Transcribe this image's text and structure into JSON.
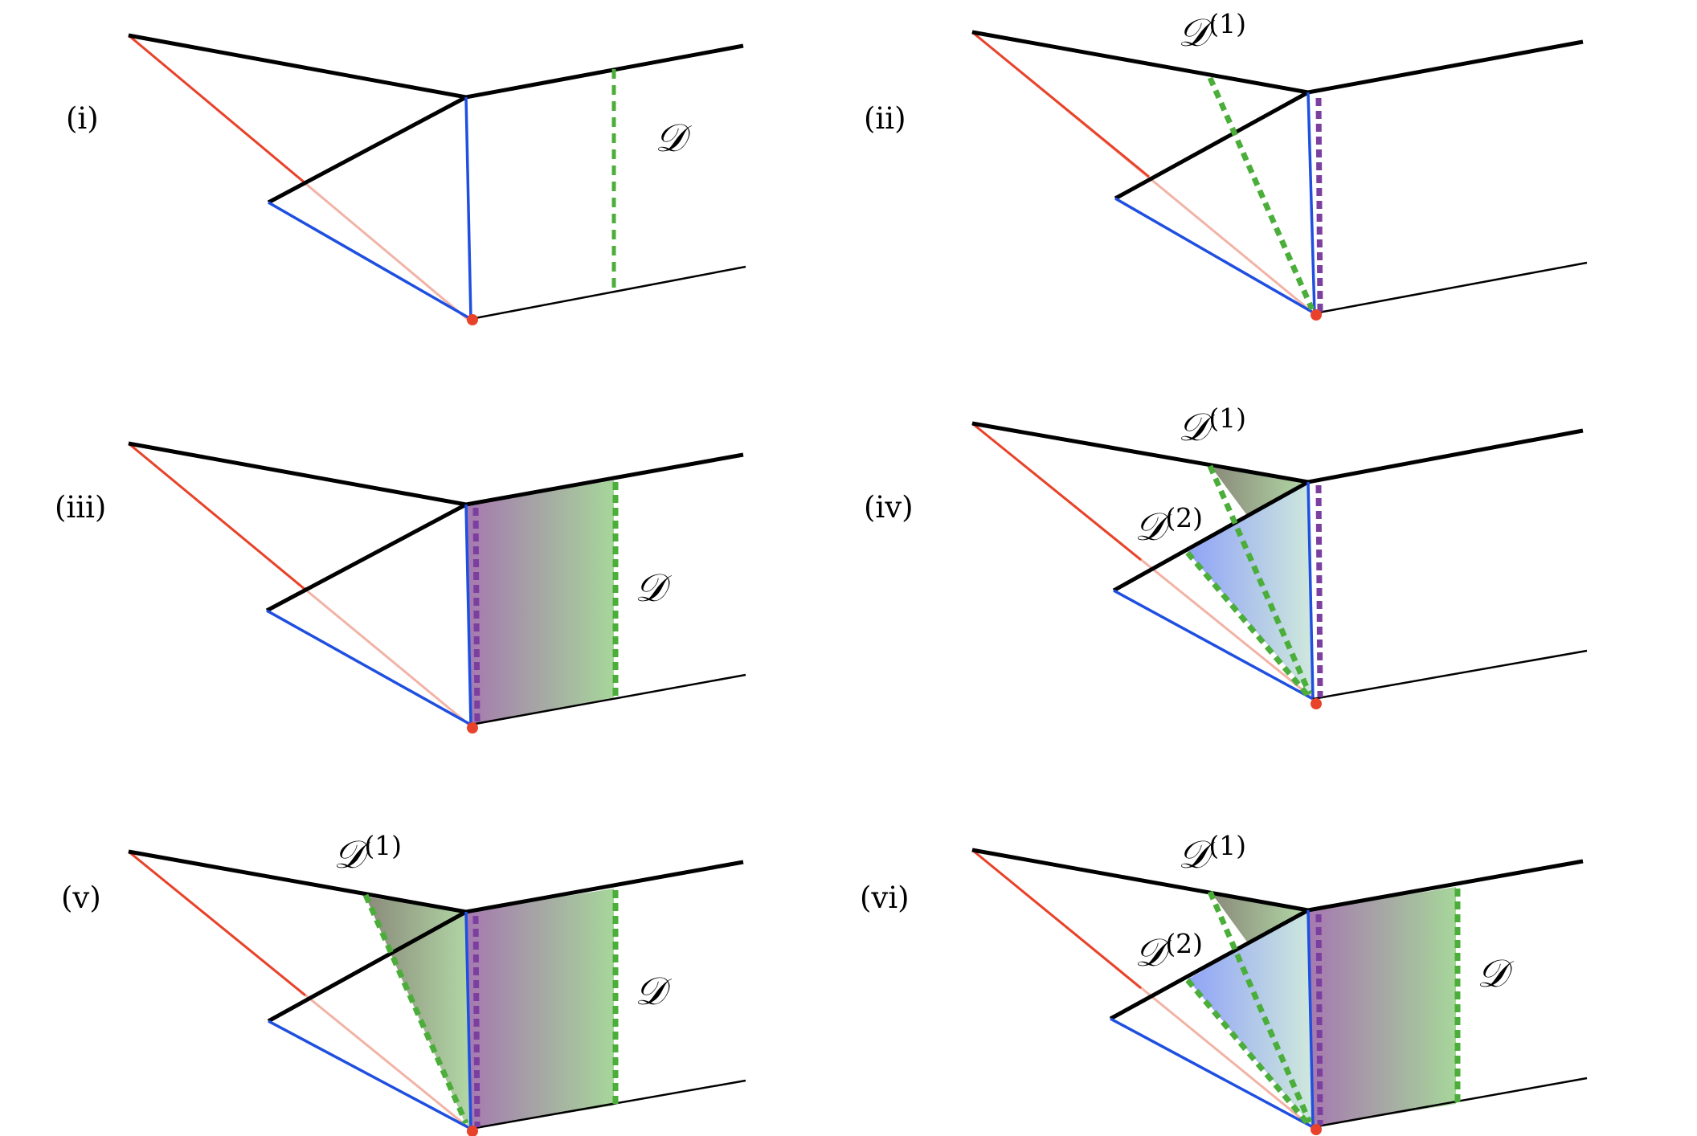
{
  "panels": [
    {
      "label": "(i)",
      "d_label": "𝒟"
    },
    {
      "label": "(ii)",
      "d1_label": "𝒟",
      "d1_sup": "(1)"
    },
    {
      "label": "(iii)",
      "d_label": "𝒟"
    },
    {
      "label": "(iv)",
      "d1_label": "𝒟",
      "d1_sup": "(1)",
      "d2_label": "𝒟",
      "d2_sup": "(2)"
    },
    {
      "label": "(v)",
      "d1_label": "𝒟",
      "d1_sup": "(1)",
      "d_label": "𝒟"
    },
    {
      "label": "(vi)",
      "d1_label": "𝒟",
      "d1_sup": "(1)",
      "d2_label": "𝒟",
      "d2_sup": "(2)",
      "d_label": "𝒟"
    }
  ],
  "colors": {
    "edge": "#000000",
    "blue_edge": "#1f4fe0",
    "red_edge": "#e8432a",
    "red_faded": "#f2b3a6",
    "vertex": "#e8432a",
    "green_dotted": "#4cae3a",
    "purple_dotted": "#7b3fa0",
    "gradient_purple": "#a77bb0",
    "gradient_green": "#a6d69a",
    "gradient_blue": "#9aaaf5"
  }
}
